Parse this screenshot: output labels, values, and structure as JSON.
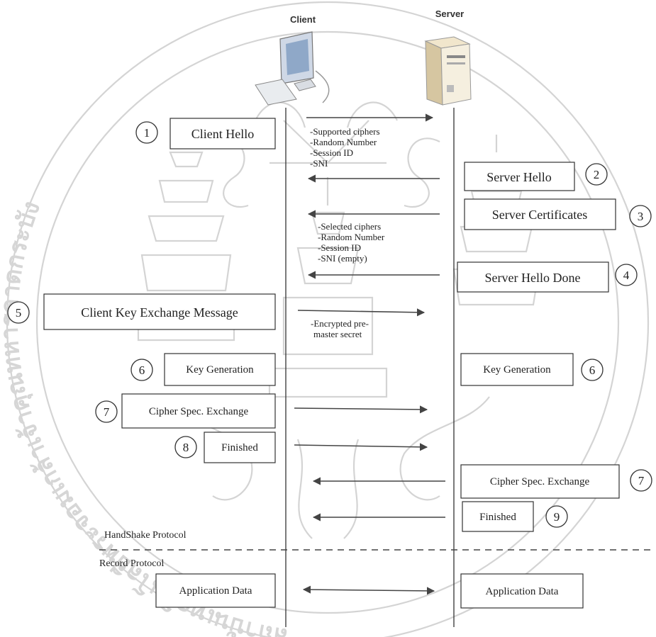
{
  "actors": {
    "client": "Client",
    "server": "Server"
  },
  "steps": {
    "client_hello": {
      "num": "1",
      "label": "Client Hello"
    },
    "server_hello": {
      "num": "2",
      "label": "Server Hello"
    },
    "server_certificates": {
      "num": "3",
      "label": "Server Certificates"
    },
    "server_hello_done": {
      "num": "4",
      "label": "Server Hello Done"
    },
    "client_key_exchange": {
      "num": "5",
      "label": "Client Key Exchange Message"
    },
    "key_generation_client": {
      "num": "6",
      "label": "Key Generation"
    },
    "key_generation_server": {
      "num": "6",
      "label": "Key Generation"
    },
    "cipher_spec_client": {
      "num": "7",
      "label": "Cipher Spec. Exchange"
    },
    "cipher_spec_server": {
      "num": "7",
      "label": "Cipher Spec. Exchange"
    },
    "finished_client": {
      "num": "8",
      "label": "Finished"
    },
    "finished_server": {
      "num": "9",
      "label": "Finished"
    }
  },
  "notes": {
    "client_hello": [
      "-Supported ciphers",
      "-Random Number",
      "-Session ID",
      "-SNI"
    ],
    "server_hello": [
      "-Selected ciphers",
      "-Random Number",
      "-Session ID",
      "-SNI (empty)"
    ],
    "key_exchange": [
      "-Encrypted pre-",
      "master secret"
    ]
  },
  "protocols": {
    "handshake": "HandShake Protocol",
    "record": "Record Protocol"
  },
  "app_data": {
    "client": "Application Data",
    "server": "Application Data"
  },
  "watermark": {
    "ring_text": "สถาบันเทคโนโลยีพระจอมเกล้าเจ้าคุณทหารลาดกระบัง"
  }
}
